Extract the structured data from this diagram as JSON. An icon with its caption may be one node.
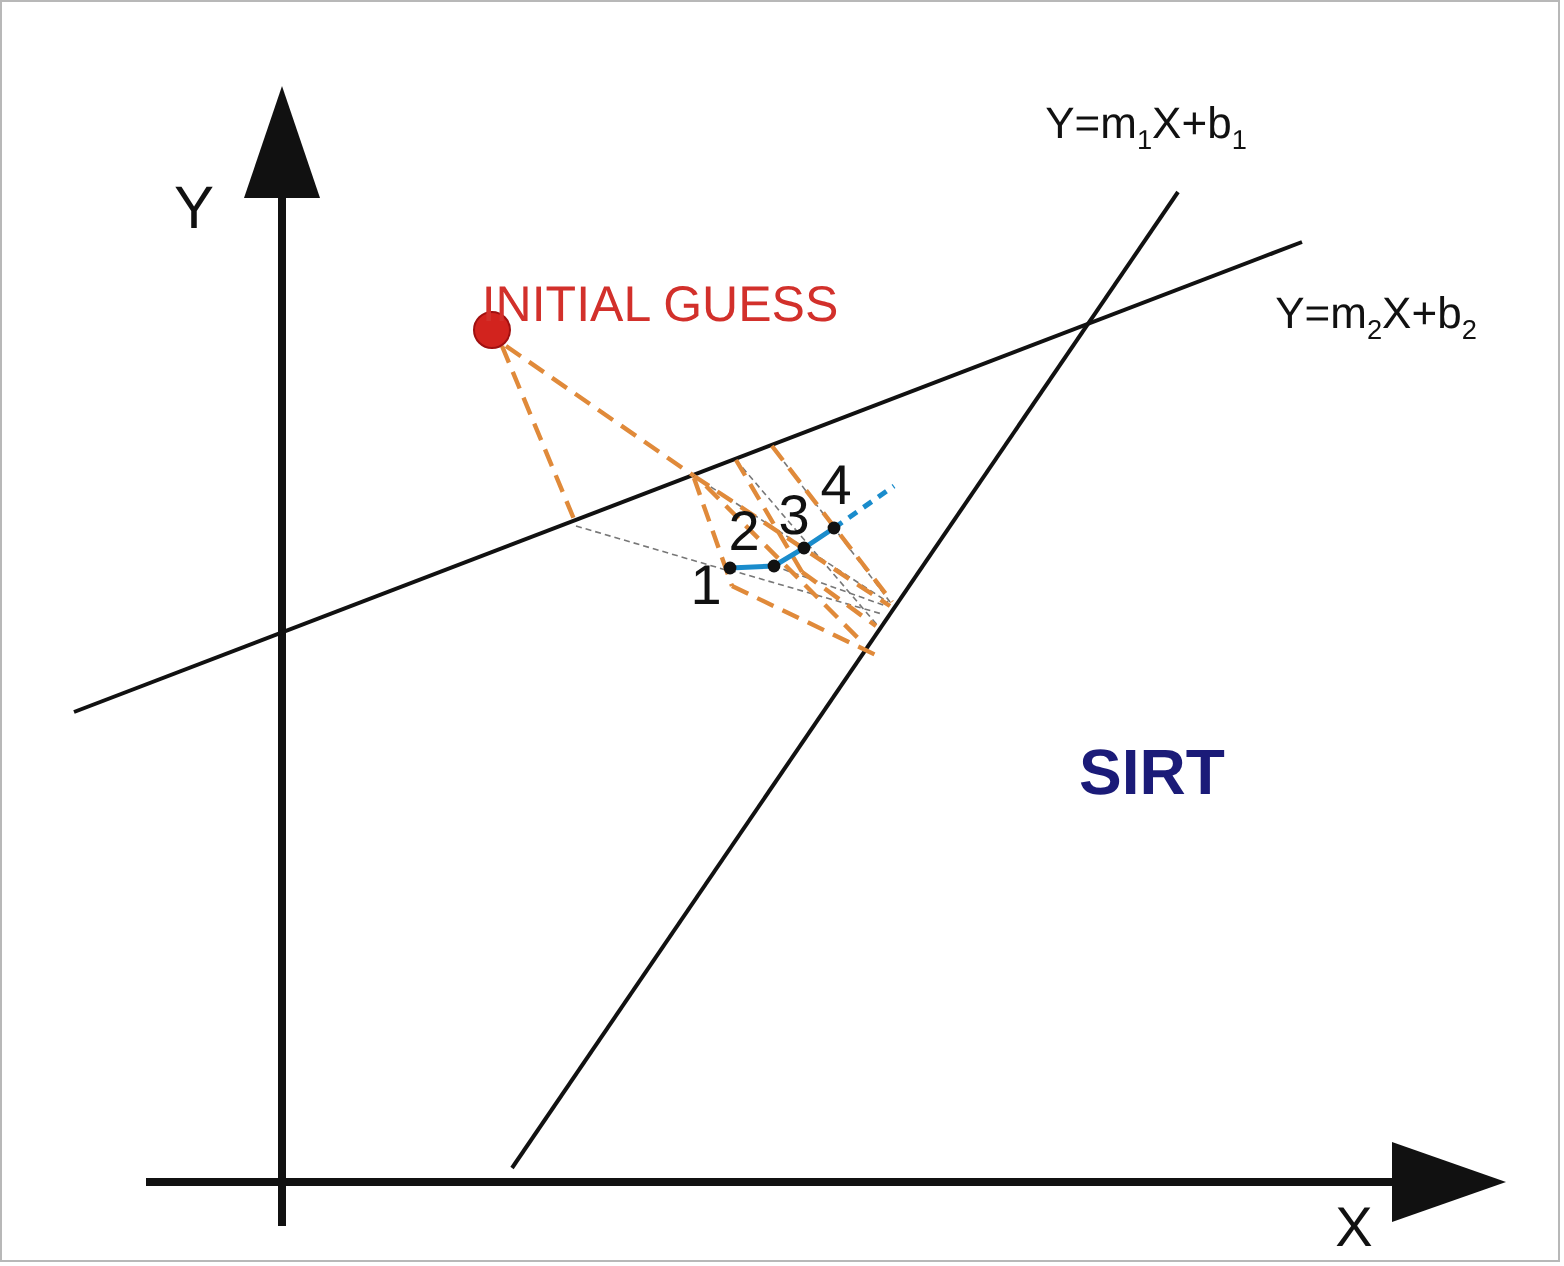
{
  "diagram": {
    "labels": [
      "Y",
      "INITIAL GUESS",
      "Y=m$_{1}$X+b$_{1}$",
      "Y=m$_{2}$X+b$_{2}$",
      "1",
      "2",
      "3",
      "4",
      "SIRT",
      "X"
    ]
  }
}
